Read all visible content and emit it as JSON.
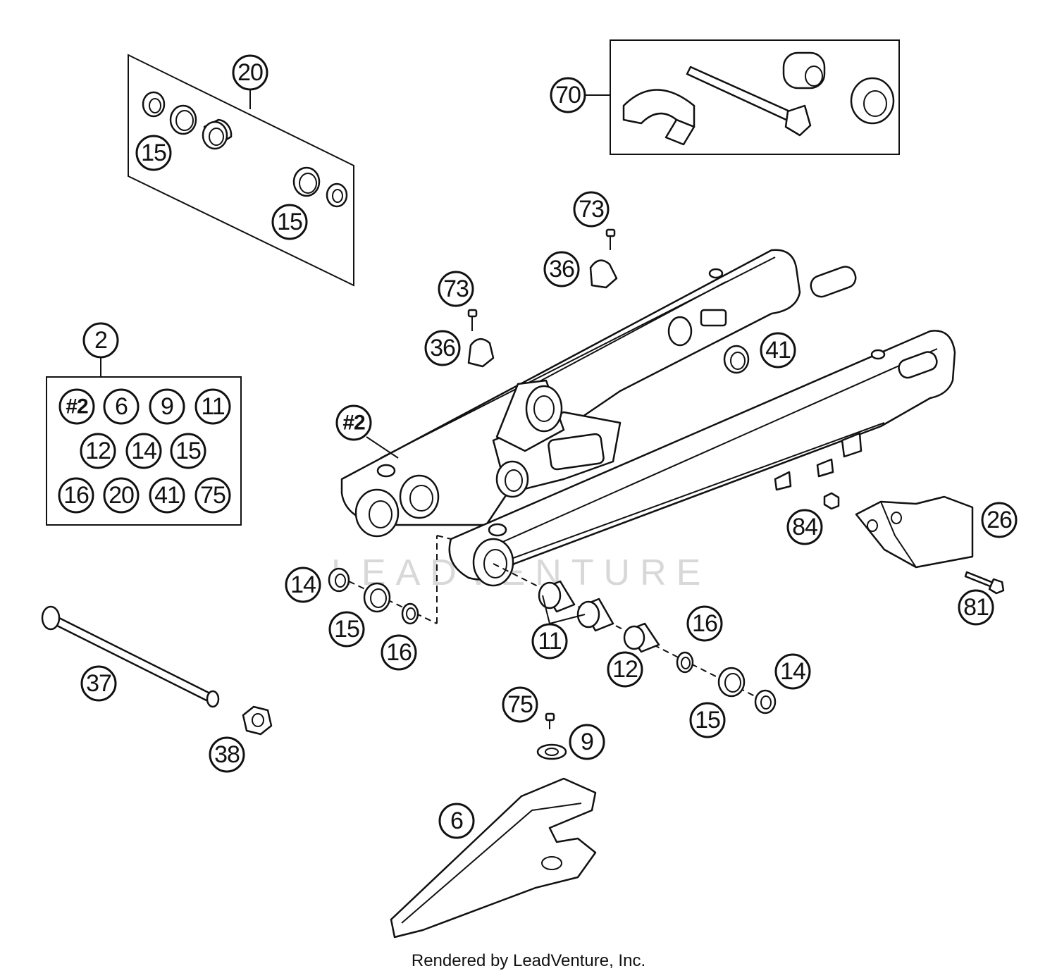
{
  "footer_text": "Rendered by LeadVenture, Inc.",
  "watermark_text": "LEADVENTURE",
  "callouts": [
    {
      "id": "c20",
      "label": "20"
    },
    {
      "id": "c15a",
      "label": "15"
    },
    {
      "id": "c15b",
      "label": "15"
    },
    {
      "id": "c70",
      "label": "70"
    },
    {
      "id": "c73a",
      "label": "73"
    },
    {
      "id": "c36a",
      "label": "36"
    },
    {
      "id": "c73b",
      "label": "73"
    },
    {
      "id": "c36b",
      "label": "36"
    },
    {
      "id": "c41",
      "label": "41"
    },
    {
      "id": "c2",
      "label": "2"
    },
    {
      "id": "kit2",
      "label": "#2"
    },
    {
      "id": "kit6",
      "label": "6"
    },
    {
      "id": "kit9",
      "label": "9"
    },
    {
      "id": "kit11",
      "label": "11"
    },
    {
      "id": "kit12",
      "label": "12"
    },
    {
      "id": "kit14",
      "label": "14"
    },
    {
      "id": "kit15",
      "label": "15"
    },
    {
      "id": "kit16",
      "label": "16"
    },
    {
      "id": "kit20",
      "label": "20"
    },
    {
      "id": "kit41",
      "label": "41"
    },
    {
      "id": "kit75",
      "label": "75"
    },
    {
      "id": "swingarm",
      "label": "#2"
    },
    {
      "id": "c84",
      "label": "84"
    },
    {
      "id": "c26",
      "label": "26"
    },
    {
      "id": "c81",
      "label": "81"
    },
    {
      "id": "c14a",
      "label": "14"
    },
    {
      "id": "c15c",
      "label": "15"
    },
    {
      "id": "c16a",
      "label": "16"
    },
    {
      "id": "c11",
      "label": "11"
    },
    {
      "id": "c12",
      "label": "12"
    },
    {
      "id": "c16b",
      "label": "16"
    },
    {
      "id": "c14b",
      "label": "14"
    },
    {
      "id": "c15d",
      "label": "15"
    },
    {
      "id": "c37",
      "label": "37"
    },
    {
      "id": "c38",
      "label": "38"
    },
    {
      "id": "c75",
      "label": "75"
    },
    {
      "id": "c9",
      "label": "9"
    },
    {
      "id": "c6",
      "label": "6"
    }
  ]
}
